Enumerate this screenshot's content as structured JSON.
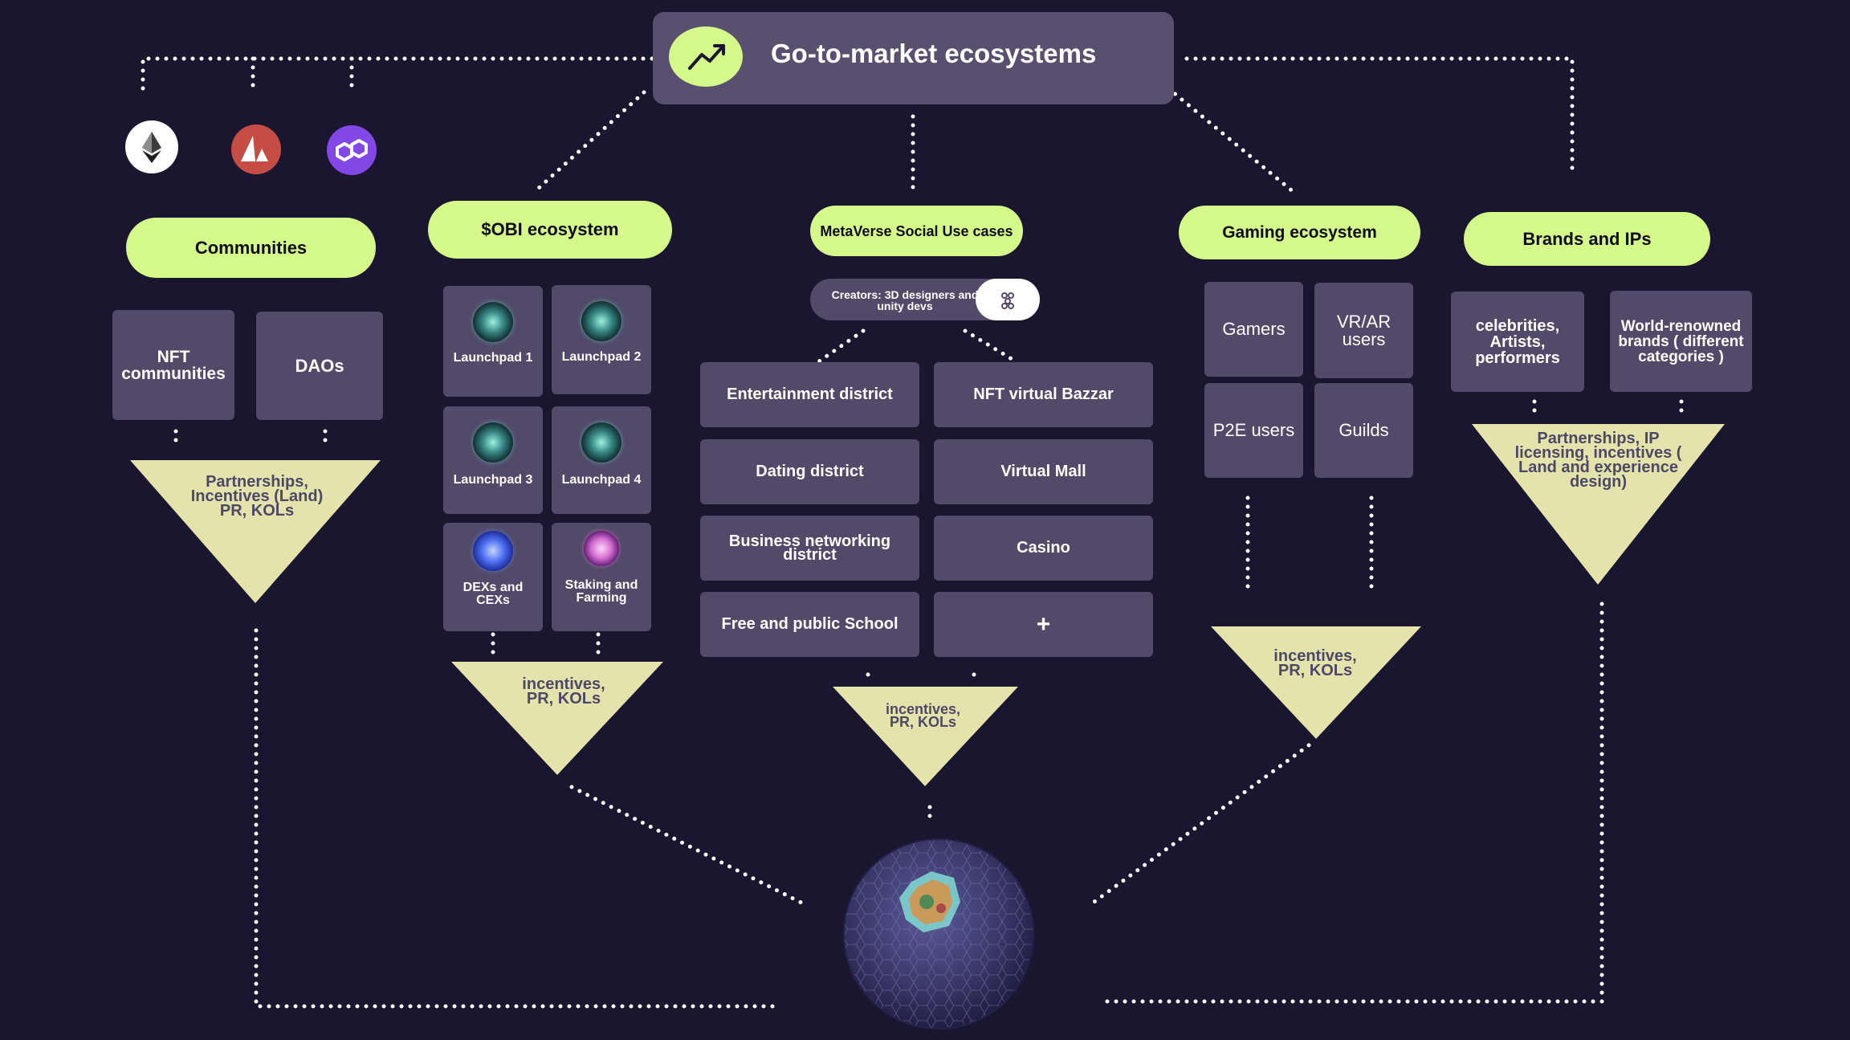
{
  "header": {
    "title": "Go-to-market ecosystems",
    "icon": "trend-up-icon"
  },
  "chains": [
    {
      "name": "ethereum-logo",
      "color": "#ffffff"
    },
    {
      "name": "avalanche-logo",
      "color": "#c64d44"
    },
    {
      "name": "polygon-logo",
      "color": "#8247e5"
    }
  ],
  "columns": {
    "communities": {
      "title": "Communities",
      "items": [
        "NFT communities",
        "DAOs"
      ],
      "funnel": "Partnerships, Incentives (Land) PR, KOLs"
    },
    "obi": {
      "title": "$OBI ecosystem",
      "items": [
        "Launchpad 1",
        "Launchpad 2",
        "Launchpad 3",
        "Launchpad 4",
        "DEXs and CEXs",
        "Staking and Farming"
      ],
      "funnel": "incentives, PR, KOLs"
    },
    "metaverse": {
      "title": "MetaVerse Social Use cases",
      "creators": "Creators: 3D designers and unity devs",
      "creators_icon": "unity-icon",
      "items": [
        "Entertainment district",
        "NFT virtual Bazzar",
        "Dating district",
        "Virtual Mall",
        "Business networking district",
        "Casino",
        "Free and public School",
        "+"
      ],
      "funnel": "incentives, PR, KOLs"
    },
    "gaming": {
      "title": "Gaming ecosystem",
      "items": [
        "Gamers",
        "VR/AR users",
        "P2E users",
        "Guilds"
      ],
      "funnel": "incentives, PR, KOLs"
    },
    "brands": {
      "title": "Brands and IPs",
      "items": [
        "celebrities, Artists, performers",
        "World-renowned brands ( different categories )"
      ],
      "funnel": "Partnerships, IP licensing, incentives ( Land and experience design)"
    }
  },
  "colors": {
    "background": "#1b1630",
    "accent": "#d5f88a",
    "box": "#514a68",
    "funnel": "#e3e3ab",
    "header": "#58506e"
  }
}
